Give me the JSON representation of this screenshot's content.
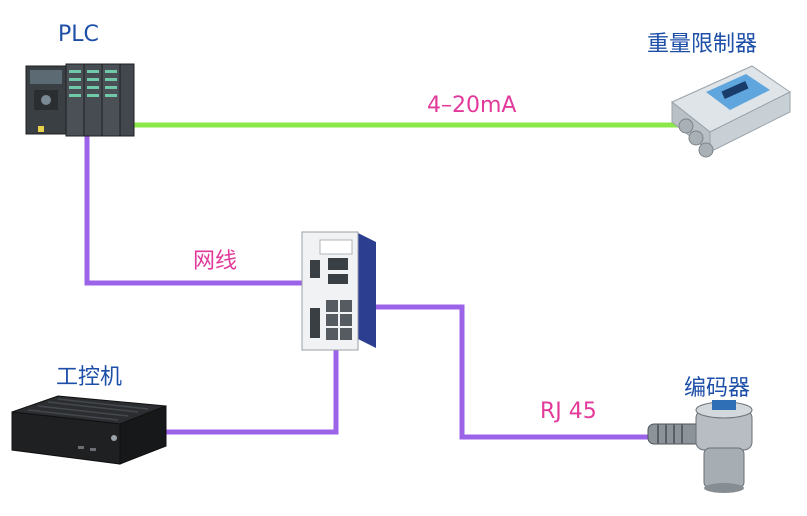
{
  "devices": {
    "plc": {
      "label": "PLC"
    },
    "weight_limiter": {
      "label": "重量限制器"
    },
    "industrial_pc": {
      "label": "工控机"
    },
    "encoder": {
      "label": "编码器"
    }
  },
  "connections": {
    "analog": {
      "label": "4–20mA",
      "color": "#8be84a"
    },
    "network": {
      "label": "网线",
      "color": "#9b63e8"
    },
    "rj45": {
      "label": "RJ 45",
      "color": "#9b63e8"
    }
  },
  "colors": {
    "device_label": "#1e4fa8",
    "wire_label": "#e23a9b"
  }
}
